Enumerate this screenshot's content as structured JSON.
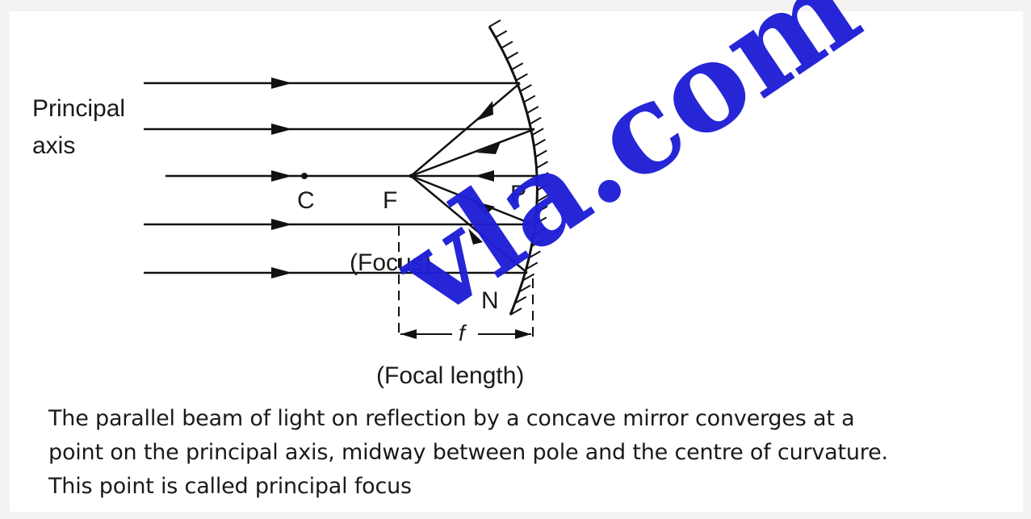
{
  "diagram": {
    "labels": {
      "principal_axis_line1": "Principal",
      "principal_axis_line2": "axis",
      "c": "C",
      "f": "F",
      "p": "P",
      "n": "N",
      "focus": "(Focus)",
      "focal_symbol": "f",
      "focal_length": "(Focal length)"
    }
  },
  "caption": {
    "line1": "The parallel beam of light on reflection by a concave mirror converges at a",
    "line2": "point on the principal axis, midway between pole and the centre of curvature.",
    "line3": "This point is called principal focus"
  },
  "watermark": {
    "text": "vla.com",
    "color": "#1f1fd6"
  }
}
